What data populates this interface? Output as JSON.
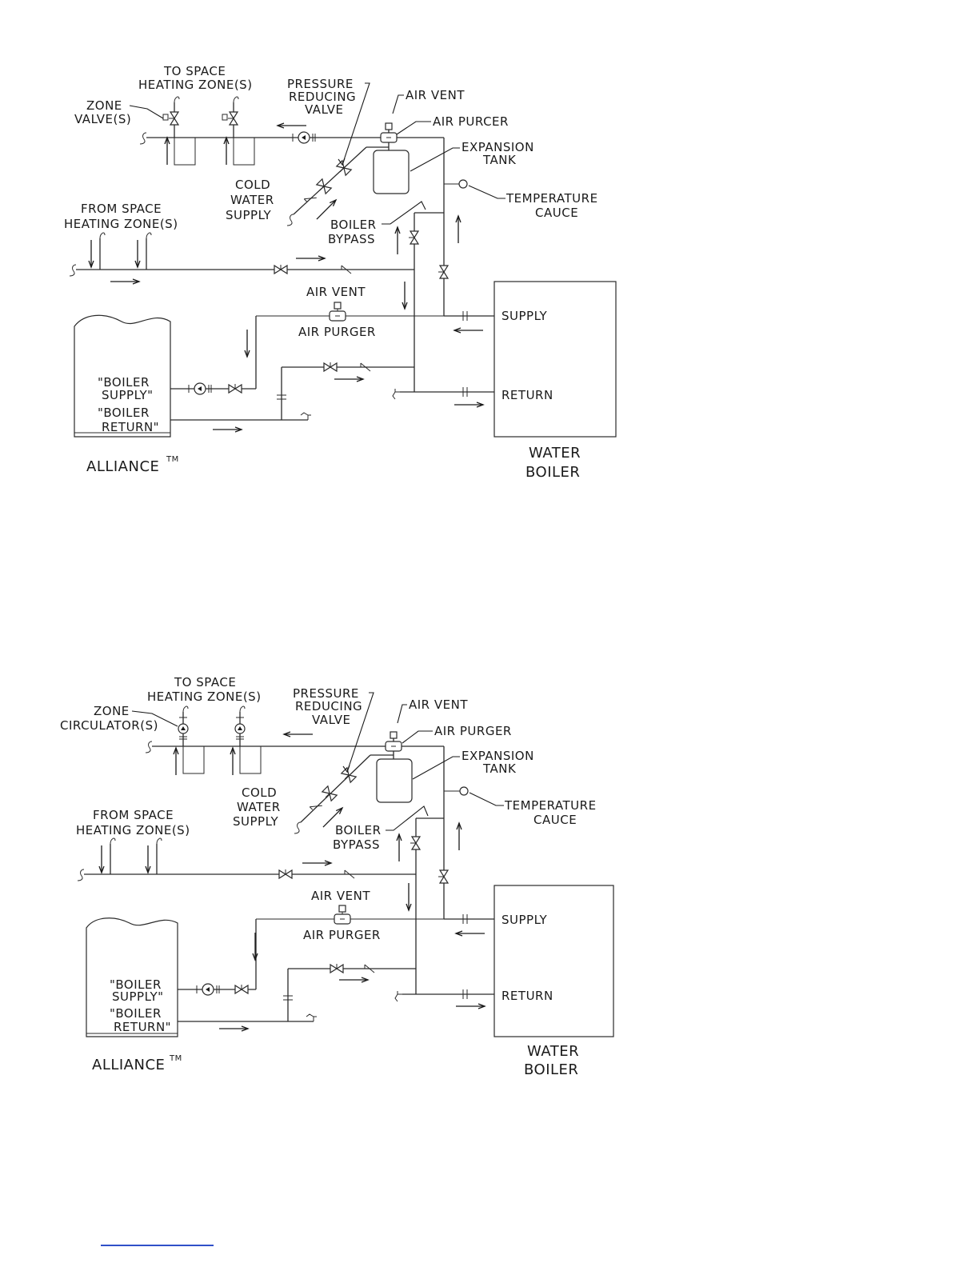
{
  "diagrams": [
    {
      "id": "zone-valves",
      "labels": {
        "to_space_1": "TO SPACE",
        "to_space_2": "HEATING ZONE(S)",
        "zone_1": "ZONE",
        "zone_2": "VALVE(S)",
        "prv_1": "PRESSURE",
        "prv_2": "REDUCING",
        "prv_3": "VALVE",
        "air_vent_top": "AIR VENT",
        "air_purger_top": "AIR PURCER",
        "exp_1": "EXPANSION",
        "exp_2": "TANK",
        "cold_1": "COLD",
        "cold_2": "WATER",
        "cold_3": "SUPPLY",
        "temp_1": "TEMPERATURE",
        "temp_2": "CAUCE",
        "from_space_1": "FROM SPACE",
        "from_space_2": "HEATING ZONE(S)",
        "bypass_1": "BOILER",
        "bypass_2": "BYPASS",
        "air_vent_mid": "AIR VENT",
        "air_purger_mid": "AIR PURGER",
        "supply": "SUPPLY",
        "return": "RETURN",
        "boiler_supply_1": "\"BOILER",
        "boiler_supply_2": "SUPPLY\"",
        "boiler_return_1": "\"BOILER",
        "boiler_return_2": "RETURN\"",
        "alliance": "ALLIANCE",
        "tm": "TM",
        "water": "WATER",
        "boiler": "BOILER"
      }
    },
    {
      "id": "zone-circulators",
      "labels": {
        "to_space_1": "TO SPACE",
        "to_space_2": "HEATING ZONE(S)",
        "zone_1": "ZONE",
        "zone_2": "CIRCULATOR(S)",
        "prv_1": "PRESSURE",
        "prv_2": "REDUCING",
        "prv_3": "VALVE",
        "air_vent_top": "AIR VENT",
        "air_purger_top": "AIR PURGER",
        "exp_1": "EXPANSION",
        "exp_2": "TANK",
        "cold_1": "COLD",
        "cold_2": "WATER",
        "cold_3": "SUPPLY",
        "temp_1": "TEMPERATURE",
        "temp_2": "CAUCE",
        "from_space_1": "FROM SPACE",
        "from_space_2": "HEATING ZONE(S)",
        "bypass_1": "BOILER",
        "bypass_2": "BYPASS",
        "air_vent_mid": "AIR VENT",
        "air_purger_mid": "AIR PURGER",
        "supply": "SUPPLY",
        "return": "RETURN",
        "boiler_supply_1": "\"BOILER",
        "boiler_supply_2": "SUPPLY\"",
        "boiler_return_1": "\"BOILER",
        "boiler_return_2": "RETURN\"",
        "alliance": "ALLIANCE",
        "tm": "TM",
        "water": "WATER",
        "boiler": "BOILER"
      }
    }
  ]
}
